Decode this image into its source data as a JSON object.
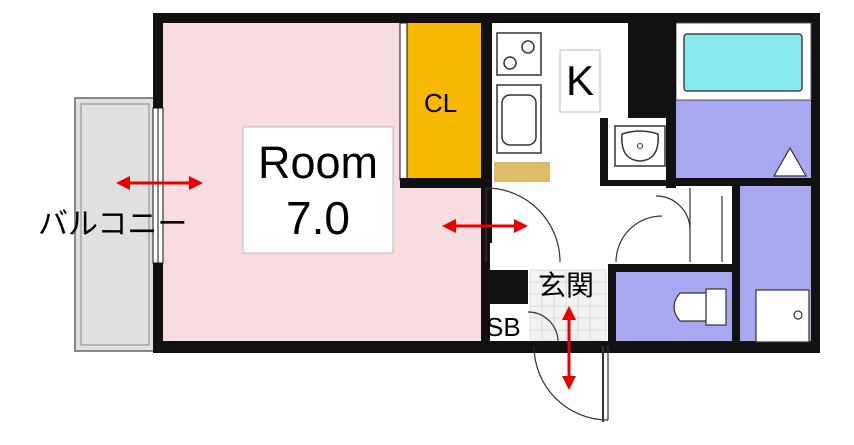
{
  "plan": {
    "room_label": "Room",
    "room_size": "7.0",
    "closet_label": "CL",
    "kitchen_label": "K",
    "balcony_label": "バルコニー",
    "entrance_label": "玄関",
    "shoe_box_label": "SB"
  },
  "colors": {
    "room": "#f8dde0",
    "closet": "#f6b800",
    "bath_area": "#a8a8f0",
    "balcony": "#e0e0e0",
    "tub": "#88e8f0",
    "wall": "#111111",
    "arrow": "#e60000"
  }
}
